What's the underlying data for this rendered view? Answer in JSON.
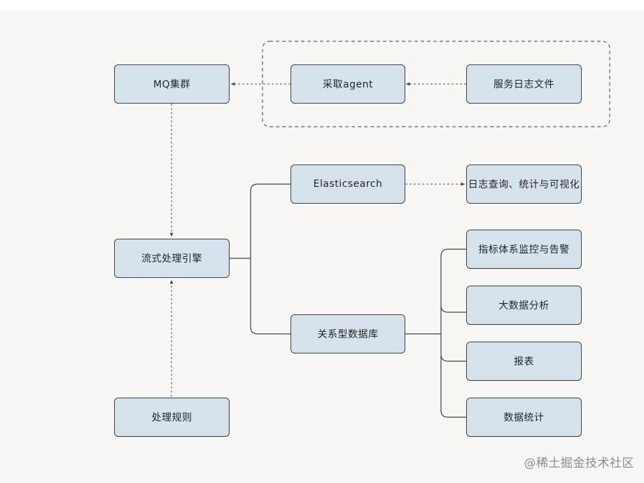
{
  "nodes": {
    "mq_cluster": "MQ集群",
    "collector_agent": "采取agent",
    "service_log_files": "服务日志文件",
    "elasticsearch": "Elasticsearch",
    "log_query": "日志查询、统计与可视化",
    "stream_engine": "流式处理引擎",
    "relational_db": "关系型数据库",
    "metrics_alerts": "指标体系监控与告警",
    "big_data": "大数据分析",
    "reports": "报表",
    "data_stats": "数据统计",
    "processing_rules": "处理规则"
  },
  "watermark": "@稀土掘金技术社区"
}
